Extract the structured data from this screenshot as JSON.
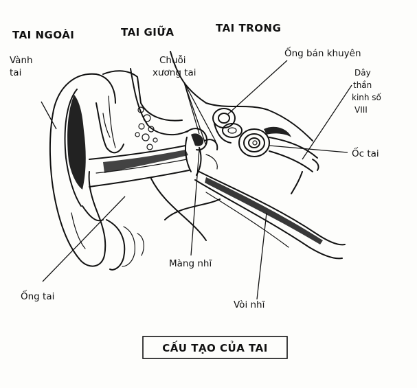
{
  "headers": {
    "outer": "TAI NGOÀI",
    "middle": "TAI GIỮA",
    "inner": "TAI TRONG"
  },
  "labels": {
    "pinna_line1": "Vành",
    "pinna_line2": "tai",
    "ossicles_line1": "Chuỗi",
    "ossicles_line2": "xương tai",
    "semicircular": "Ống bán khuyên",
    "nerve_line1": "Dây",
    "nerve_line2": "thần",
    "nerve_line3": "kinh số",
    "nerve_line4": "VIII",
    "cochlea": "Ốc tai",
    "eardrum": "Màng nhĩ",
    "ear_canal": "Ống tai",
    "eustachian": "Vòi nhĩ"
  },
  "caption": "CẤU TẠO CỦA TAI"
}
